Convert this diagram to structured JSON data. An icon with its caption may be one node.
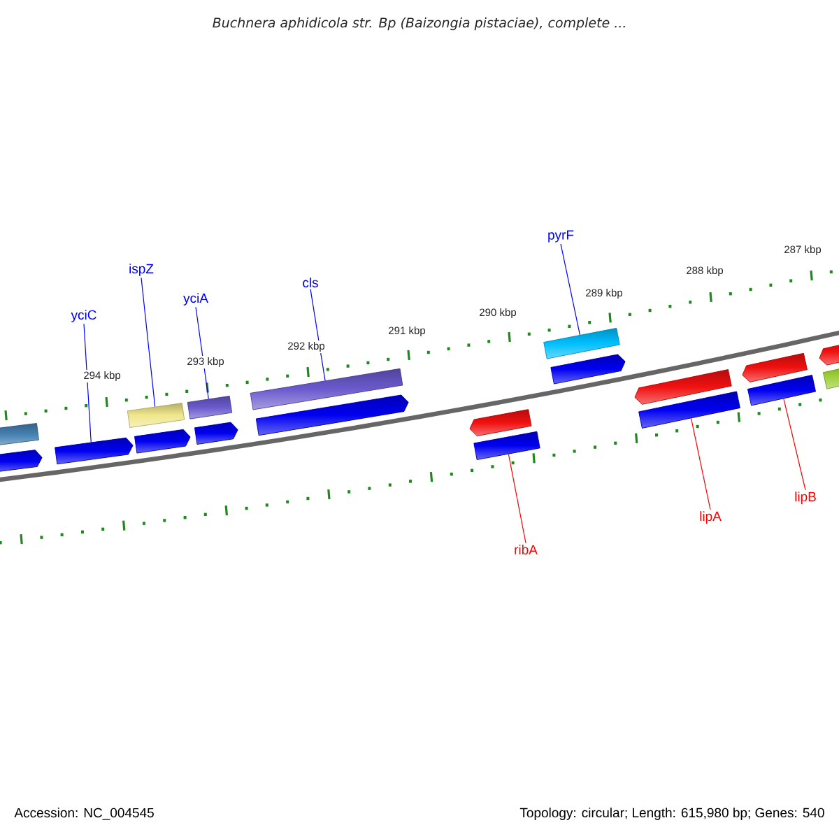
{
  "diagram": {
    "title": "Buchnera aphidicola str. Bp (Baizongia pistaciae), complete ...",
    "nodes": [
      {
        "text": [
          "yciC"
        ]
      },
      {
        "text": [
          "ispZ"
        ]
      },
      {
        "text": [
          "yciA"
        ]
      },
      {
        "text": [
          "cls"
        ]
      },
      {
        "text": [
          "pyrF"
        ]
      },
      {
        "text": [
          "ribA"
        ]
      },
      {
        "text": [
          "lipA"
        ]
      },
      {
        "text": [
          "lipB"
        ]
      },
      {
        "text": [],
        "shape": "arrow"
      },
      {
        "text": [],
        "shape": "bar"
      },
      {
        "text": [],
        "shape": "bar"
      },
      {
        "text": [],
        "shape": "bar"
      },
      {
        "text": [],
        "shape": "bar"
      },
      {
        "text": [],
        "shape": "bar"
      },
      {
        "text": [],
        "shape": "bar"
      },
      {
        "text": [],
        "shape": "bar"
      }
    ],
    "edges": [
      {
        "from": 0,
        "to": 8,
        "arrow": "none"
      },
      {
        "from": 1,
        "to": 9,
        "arrow": "none"
      },
      {
        "from": 2,
        "to": 10,
        "arrow": "none"
      },
      {
        "from": 3,
        "to": 11,
        "arrow": "none"
      },
      {
        "from": 4,
        "to": 13,
        "arrow": "none"
      },
      {
        "from": 5,
        "to": 12,
        "arrow": "none",
        "color": "#ff0000"
      },
      {
        "from": 6,
        "to": 14,
        "arrow": "none",
        "color": "#ff0000"
      },
      {
        "from": 7,
        "to": 15,
        "arrow": "none",
        "color": "#ff0000"
      }
    ],
    "labels": [
      "294 kbp",
      "293 kbp",
      "292 kbp",
      "291 kbp",
      "290 kbp",
      "289 kbp",
      "288 kbp",
      "287 kbp",
      "Accession: NC_004545",
      "Topology: circular; Length: 615,980 bp; Genes: 540"
    ]
  }
}
